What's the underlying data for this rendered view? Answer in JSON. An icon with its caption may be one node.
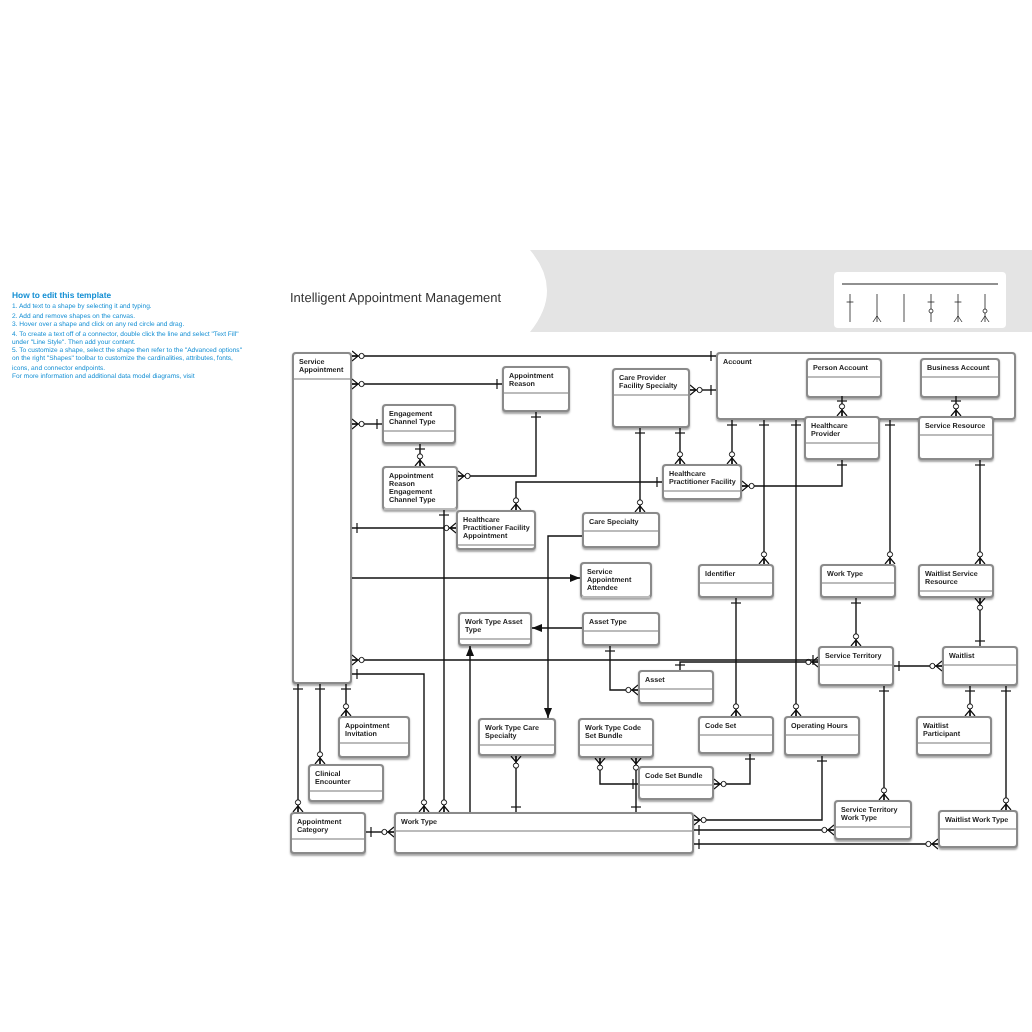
{
  "diagram": {
    "title": "Intelligent Appointment Management",
    "nodes": [
      {
        "text": [
          "Service Appointment"
        ]
      },
      {
        "text": [
          "Appointment Reason"
        ]
      },
      {
        "text": [
          "Care Provider Facility Specialty"
        ]
      },
      {
        "text": [
          "Account"
        ]
      },
      {
        "text": [
          "Person Account"
        ],
        "in": 3
      },
      {
        "text": [
          "Business Account"
        ],
        "in": 3
      },
      {
        "text": [
          "Engagement Channel Type"
        ]
      },
      {
        "text": [
          "Appointment Reason Engagement Channel Type"
        ]
      },
      {
        "text": [
          "Healthcare Provider"
        ]
      },
      {
        "text": [
          "Service Resource"
        ]
      },
      {
        "text": [
          "Healthcare Practitioner Facility"
        ]
      },
      {
        "text": [
          "Healthcare Practitioner Facility Appointment"
        ]
      },
      {
        "text": [
          "Care Specialty"
        ]
      },
      {
        "text": [
          "Service Appointment Attendee"
        ]
      },
      {
        "text": [
          "Identifier"
        ]
      },
      {
        "text": [
          "Work Type"
        ]
      },
      {
        "text": [
          "Waitlist Service Resource"
        ]
      },
      {
        "text": [
          "Work Type Asset Type"
        ]
      },
      {
        "text": [
          "Asset Type"
        ]
      },
      {
        "text": [
          "Service Territory"
        ]
      },
      {
        "text": [
          "Waitlist"
        ]
      },
      {
        "text": [
          "Asset"
        ]
      },
      {
        "text": [
          "Appointment Invitation"
        ]
      },
      {
        "text": [
          "Work Type Care Specialty"
        ]
      },
      {
        "text": [
          "Work Type Code Set Bundle"
        ]
      },
      {
        "text": [
          "Code Set"
        ]
      },
      {
        "text": [
          "Operating Hours"
        ]
      },
      {
        "text": [
          "Waitlist Participant"
        ]
      },
      {
        "text": [
          "Clinical Encounter"
        ]
      },
      {
        "text": [
          "Code Set Bundle"
        ]
      },
      {
        "text": [
          "Service Territory Work Type"
        ]
      },
      {
        "text": [
          "Waitlist Work Type"
        ]
      },
      {
        "text": [
          "Appointment Category"
        ]
      },
      {
        "text": [
          "Work Type"
        ]
      }
    ],
    "edges": [
      {
        "from": 3,
        "to": 0,
        "arrow": "other"
      },
      {
        "from": 1,
        "to": 0,
        "arrow": "other"
      },
      {
        "from": 6,
        "to": 0,
        "arrow": "other"
      },
      {
        "from": 6,
        "to": 7,
        "arrow": "other"
      },
      {
        "from": 1,
        "to": 7,
        "arrow": "other"
      },
      {
        "from": 0,
        "to": 11,
        "arrow": "other"
      },
      {
        "from": 10,
        "to": 11,
        "arrow": "other"
      },
      {
        "from": 2,
        "to": 10,
        "arrow": "other"
      },
      {
        "from": 2,
        "to": 12,
        "arrow": "other"
      },
      {
        "from": 3,
        "to": 2,
        "arrow": "other"
      },
      {
        "from": 4,
        "to": 8,
        "arrow": "other"
      },
      {
        "from": 5,
        "to": 9,
        "arrow": "other"
      },
      {
        "from": 3,
        "to": 10,
        "arrow": "other"
      },
      {
        "from": 8,
        "to": 10,
        "arrow": "other"
      },
      {
        "from": 3,
        "to": 14,
        "arrow": "other"
      },
      {
        "from": 3,
        "to": 26,
        "arrow": "other"
      },
      {
        "from": 3,
        "to": 15,
        "arrow": "other"
      },
      {
        "from": 9,
        "to": 16,
        "arrow": "other"
      },
      {
        "from": 20,
        "to": 16,
        "arrow": "other"
      },
      {
        "from": 15,
        "to": 19,
        "arrow": "other"
      },
      {
        "from": 19,
        "to": 20,
        "arrow": "other"
      },
      {
        "from": 19,
        "to": 30,
        "arrow": "other"
      },
      {
        "from": 20,
        "to": 27,
        "arrow": "other"
      },
      {
        "from": 20,
        "to": 31,
        "arrow": "other"
      },
      {
        "from": 18,
        "to": 17,
        "arrow": "to"
      },
      {
        "from": 18,
        "to": 21,
        "arrow": "other"
      },
      {
        "from": 21,
        "to": 19,
        "arrow": "other"
      },
      {
        "from": 19,
        "to": 0,
        "arrow": "other"
      },
      {
        "from": 0,
        "to": 13,
        "arrow": "to"
      },
      {
        "from": 14,
        "to": 25,
        "arrow": "other"
      },
      {
        "from": 25,
        "to": 29,
        "arrow": "other"
      },
      {
        "from": 29,
        "to": 24,
        "arrow": "other"
      },
      {
        "from": 33,
        "to": 24,
        "arrow": "other"
      },
      {
        "from": 33,
        "to": 23,
        "arrow": "other"
      },
      {
        "from": 12,
        "to": 23,
        "arrow": "to"
      },
      {
        "from": 33,
        "to": 17,
        "arrow": "to"
      },
      {
        "from": 0,
        "to": 22,
        "arrow": "other"
      },
      {
        "from": 0,
        "to": 28,
        "arrow": "other"
      },
      {
        "from": 0,
        "to": 32,
        "arrow": "other"
      },
      {
        "from": 32,
        "to": 33,
        "arrow": "other"
      },
      {
        "from": 0,
        "to": 33,
        "arrow": "other"
      },
      {
        "from": 7,
        "to": 33,
        "arrow": "other"
      },
      {
        "from": 26,
        "to": 33,
        "arrow": "other"
      },
      {
        "from": 33,
        "to": 30,
        "arrow": "other"
      },
      {
        "from": 33,
        "to": 31,
        "arrow": "other"
      }
    ],
    "labels": [
      "How to edit this template",
      "1. Add text to a shape by selecting it and typing.",
      "2. Add and remove shapes on the canvas.",
      "3. Hover over a shape and click on any red circle and drag.",
      "4. To create a text off of a connector, double click the line and select \"Text Fill\" under \"Line Style\". Then add your content.",
      "5. To customize a shape, select the shape then refer to the \"Advanced options\" on the right \"Shapes\" toolbar to customize the cardinalities, attributes, fonts, icons, and connector endpoints.",
      "For more information and additional data model diagrams, visit"
    ]
  }
}
